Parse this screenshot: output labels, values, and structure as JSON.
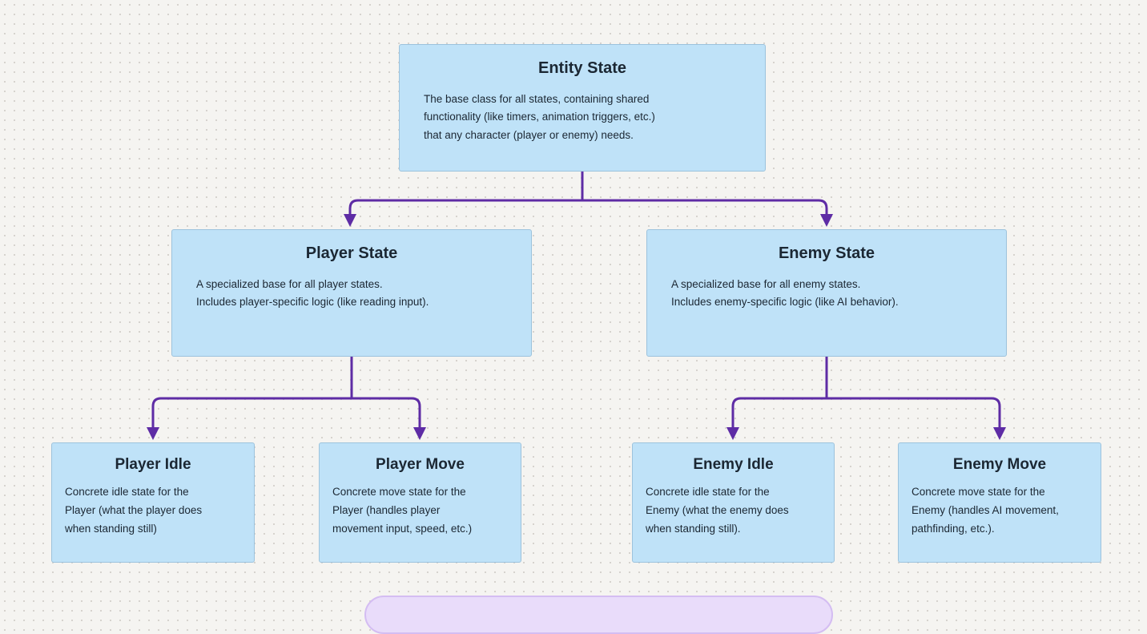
{
  "colors": {
    "background": "#f5f4f1",
    "dot": "#d3d0cb",
    "node_fill": "#bfe2f8",
    "node_border": "#9cc3dd",
    "arrow": "#5e2ca5",
    "text": "#1b2733",
    "bottom_shape_fill": "#e9dcfa",
    "bottom_shape_border": "#d4bdf2"
  },
  "diagram": {
    "nodes": [
      {
        "id": "entity-state",
        "title": "Entity State",
        "body": "The base class for all states, containing shared\nfunctionality (like timers, animation triggers, etc.)\nthat any character (player or enemy) needs."
      },
      {
        "id": "player-state",
        "title": "Player State",
        "body": "A specialized base for all player states.\nIncludes player-specific logic (like reading input)."
      },
      {
        "id": "enemy-state",
        "title": "Enemy State",
        "body": "A specialized base for all enemy states.\nIncludes enemy-specific logic (like AI behavior)."
      },
      {
        "id": "player-idle",
        "title": "Player Idle",
        "body": "Concrete idle state for the\nPlayer (what the player does\nwhen standing still)"
      },
      {
        "id": "player-move",
        "title": "Player Move",
        "body": "Concrete move state for the\nPlayer (handles player\nmovement input, speed, etc.)"
      },
      {
        "id": "enemy-idle",
        "title": "Enemy Idle",
        "body": "Concrete idle state for the\nEnemy (what the enemy does\nwhen standing still)."
      },
      {
        "id": "enemy-move",
        "title": "Enemy Move",
        "body": "Concrete move state for the\nEnemy (handles AI movement,\npathfinding, etc.)."
      }
    ]
  }
}
